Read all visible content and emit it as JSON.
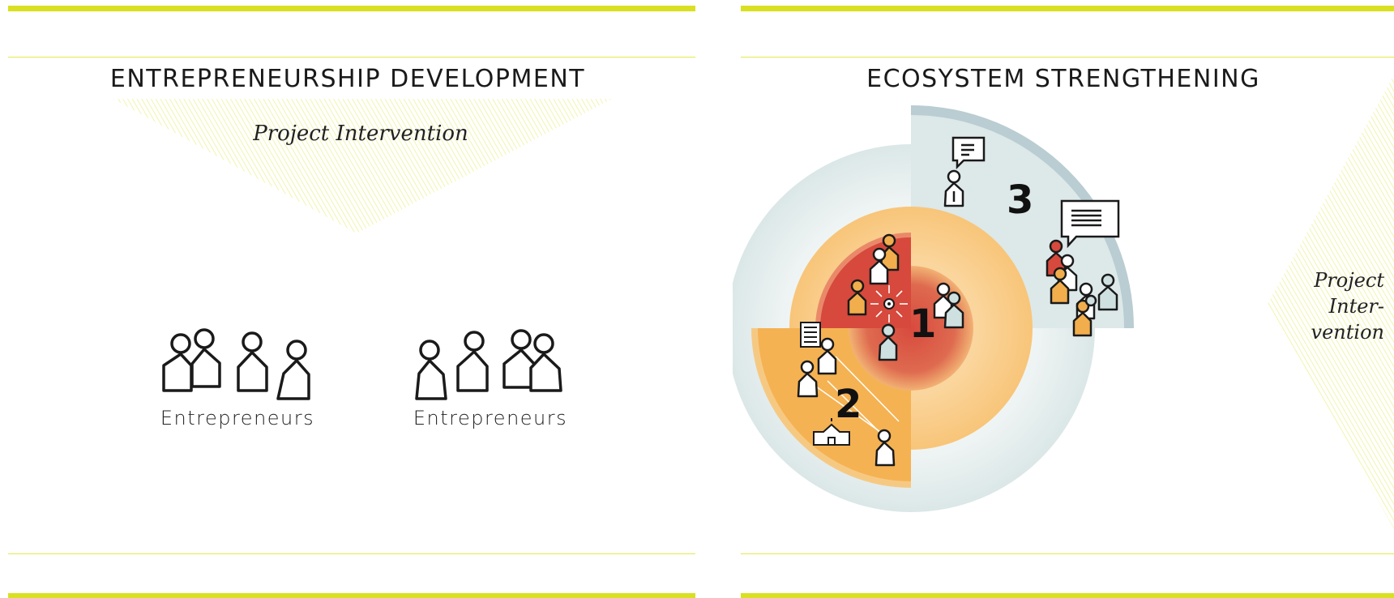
{
  "left_panel": {
    "title": "ENTREPRENEURSHIP DEVELOPMENT",
    "intervention_label": "Project Intervention",
    "groups": [
      {
        "label": "Entrepreneurs"
      },
      {
        "label": "Entrepreneurs"
      }
    ]
  },
  "right_panel": {
    "title": "ECOSYSTEM STRENGTHENING",
    "rings": [
      {
        "number": "1"
      },
      {
        "number": "2"
      },
      {
        "number": "3"
      }
    ],
    "side_label": {
      "line1": "Project",
      "line2": "Inter-",
      "line3": "vention"
    }
  },
  "colors": {
    "accent_bar": "#d9e021",
    "hatch": "#eef08a",
    "ring_outer": "#dfe9e9",
    "ring_outer_band": "#b9cdd2",
    "ring_middle": "#f9cd8a",
    "ring_middle_band": "#f6b759",
    "ring_inner": "#d9564a",
    "person_red": "#d6493c",
    "person_orange": "#f2ae4d",
    "person_blue": "#cfe0e0"
  },
  "icons": [
    "person-icon",
    "speech-bubble-icon",
    "office-building-icon",
    "school-icon",
    "focus-arrows-icon"
  ]
}
